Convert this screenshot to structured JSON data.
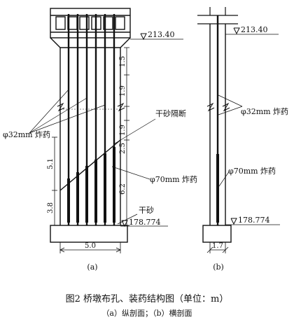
{
  "figure": {
    "caption": "图2  桥墩布孔、装药结构图（单位：m）",
    "subcaption": "（a）纵剖面；（b）横剖面"
  },
  "panel_a": {
    "label": "(a)",
    "elev_top": "213.40",
    "elev_bottom": "178.774",
    "right_dims": [
      "1.5",
      "1.9",
      "1.9",
      "2.5",
      "6.2"
    ],
    "left_dims": [
      "5.1",
      "3.8"
    ],
    "bottom_width": "5.0",
    "annot_charge_small": "φ32mm 炸药",
    "annot_sand_sep": "干砂隔断",
    "annot_charge_large": "φ70mm 炸药",
    "annot_sand": "干砂"
  },
  "panel_b": {
    "label": "(b)",
    "elev_top": "213.40",
    "elev_bottom": "178.774",
    "bottom_width": "1.7",
    "annot_charge_small": "φ32mm 炸药",
    "annot_charge_large": "φ70mm 炸药"
  }
}
